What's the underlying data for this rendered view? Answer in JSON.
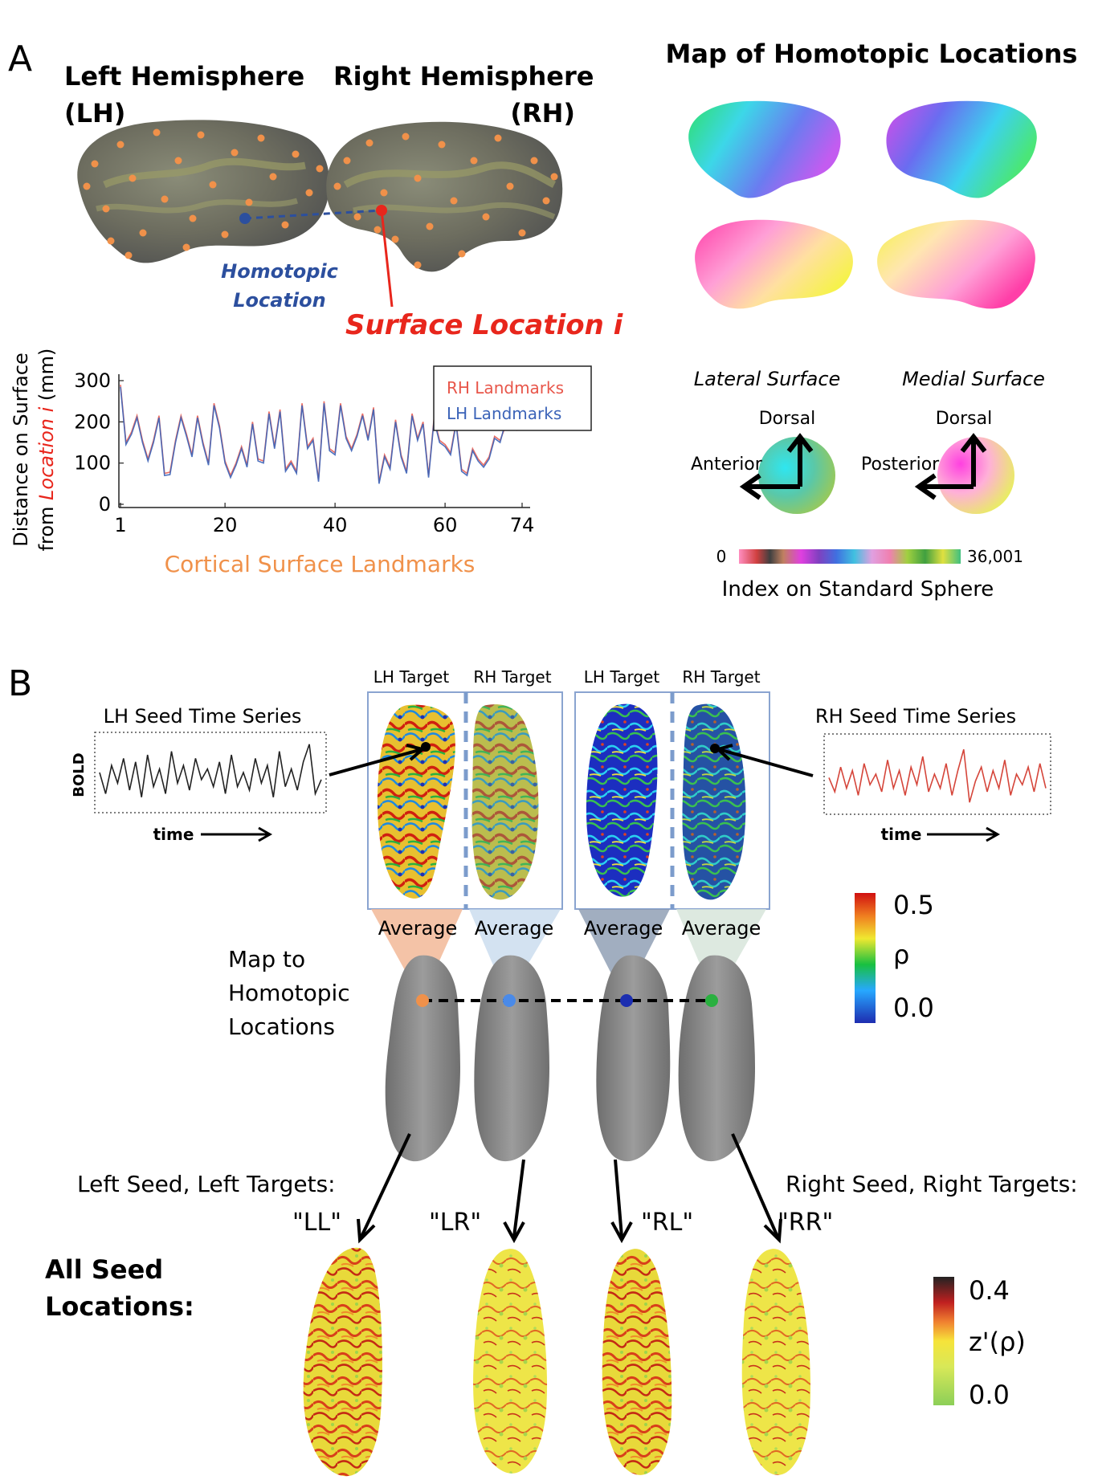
{
  "panel_a": {
    "letter": "A",
    "lh_title": "Left Hemisphere",
    "lh_abbr": "(LH)",
    "rh_title": "Right Hemisphere",
    "rh_abbr": "(RH)",
    "homotopic_line1": "Homotopic",
    "homotopic_line2": "Location",
    "surface_location": "Surface Location i",
    "map_title": "Map of Homotopic Locations",
    "lateral_surface": "Lateral Surface",
    "medial_surface": "Medial Surface",
    "dorsal": "Dorsal",
    "anterior": "Anterior",
    "posterior": "Posterior",
    "colorbar_min": "0",
    "colorbar_max": "36,001",
    "colorbar_label": "Index on Standard Sphere",
    "colors": {
      "homotopic": "#2c4f9e",
      "surface": "#e8261c",
      "landmarks": "#f0914a"
    }
  },
  "chart_data": {
    "type": "line",
    "ylabel_line1": "Distance on Surface",
    "ylabel_line2_pre": "from ",
    "ylabel_line2_em": "Location i",
    "ylabel_line2_post": " (mm)",
    "xlabel": "Cortical Surface Landmarks",
    "xlim": [
      1,
      74
    ],
    "ylim": [
      0,
      300
    ],
    "xticks": [
      1,
      20,
      40,
      60,
      74
    ],
    "yticks": [
      0,
      100,
      200,
      300
    ],
    "series": [
      {
        "name": "RH Landmarks",
        "color": "#e8564a",
        "y": [
          290,
          150,
          175,
          215,
          155,
          110,
          155,
          215,
          75,
          78,
          155,
          215,
          170,
          120,
          215,
          150,
          100,
          245,
          190,
          105,
          70,
          100,
          140,
          95,
          200,
          110,
          105,
          225,
          140,
          230,
          85,
          105,
          80,
          245,
          140,
          160,
          60,
          250,
          135,
          125,
          245,
          165,
          135,
          170,
          220,
          160,
          235,
          55,
          120,
          90,
          205,
          120,
          80,
          220,
          160,
          200,
          70,
          210,
          155,
          145,
          125,
          200,
          85,
          75,
          135,
          110,
          95,
          115,
          165,
          155,
          190,
          195,
          180,
          205
        ]
      },
      {
        "name": "LH Landmarks",
        "color": "#3b63b8",
        "y": [
          285,
          145,
          170,
          210,
          150,
          105,
          150,
          210,
          70,
          72,
          150,
          210,
          165,
          115,
          210,
          145,
          95,
          240,
          185,
          100,
          65,
          95,
          135,
          90,
          195,
          105,
          100,
          220,
          135,
          225,
          80,
          100,
          75,
          240,
          135,
          155,
          55,
          245,
          130,
          120,
          240,
          160,
          130,
          165,
          215,
          155,
          230,
          50,
          115,
          85,
          200,
          115,
          75,
          215,
          155,
          195,
          65,
          205,
          150,
          140,
          120,
          195,
          80,
          70,
          130,
          105,
          90,
          110,
          160,
          150,
          200,
          200,
          195,
          255
        ]
      }
    ]
  },
  "panel_b": {
    "letter": "B",
    "lh_target": "LH Target",
    "rh_target": "RH Target",
    "lh_seed_title": "LH Seed Time Series",
    "rh_seed_title": "RH Seed Time Series",
    "bold": "BOLD",
    "time": "time",
    "average": "Average",
    "map_to_line1": "Map to",
    "map_to_line2": "Homotopic",
    "map_to_line3": "Locations",
    "rho_max": "0.5",
    "rho_label": "ρ",
    "rho_min": "0.0",
    "left_seed_label": "Left Seed, Left Targets:",
    "right_seed_label": "Right Seed, Right Targets:",
    "ll": "\"LL\"",
    "lr": "\"LR\"",
    "rl": "\"RL\"",
    "rr": "\"RR\"",
    "all_seed_line1": "All Seed",
    "all_seed_line2": "Locations:",
    "z_max": "0.4",
    "z_label": "z'(ρ)",
    "z_min": "0.0",
    "lh_series": [
      50,
      20,
      60,
      35,
      70,
      25,
      65,
      15,
      75,
      30,
      55,
      20,
      80,
      35,
      60,
      25,
      70,
      40,
      55,
      30,
      65,
      20,
      75,
      30,
      50,
      25,
      70,
      35,
      60,
      15,
      80,
      30,
      55,
      25,
      65,
      90,
      20,
      40
    ],
    "rh_series": [
      45,
      25,
      60,
      30,
      55,
      20,
      65,
      35,
      50,
      25,
      70,
      30,
      55,
      20,
      60,
      35,
      75,
      25,
      50,
      30,
      65,
      20,
      55,
      85,
      10,
      40,
      60,
      25,
      55,
      30,
      70,
      20,
      50,
      35,
      60,
      25,
      65,
      30
    ]
  }
}
